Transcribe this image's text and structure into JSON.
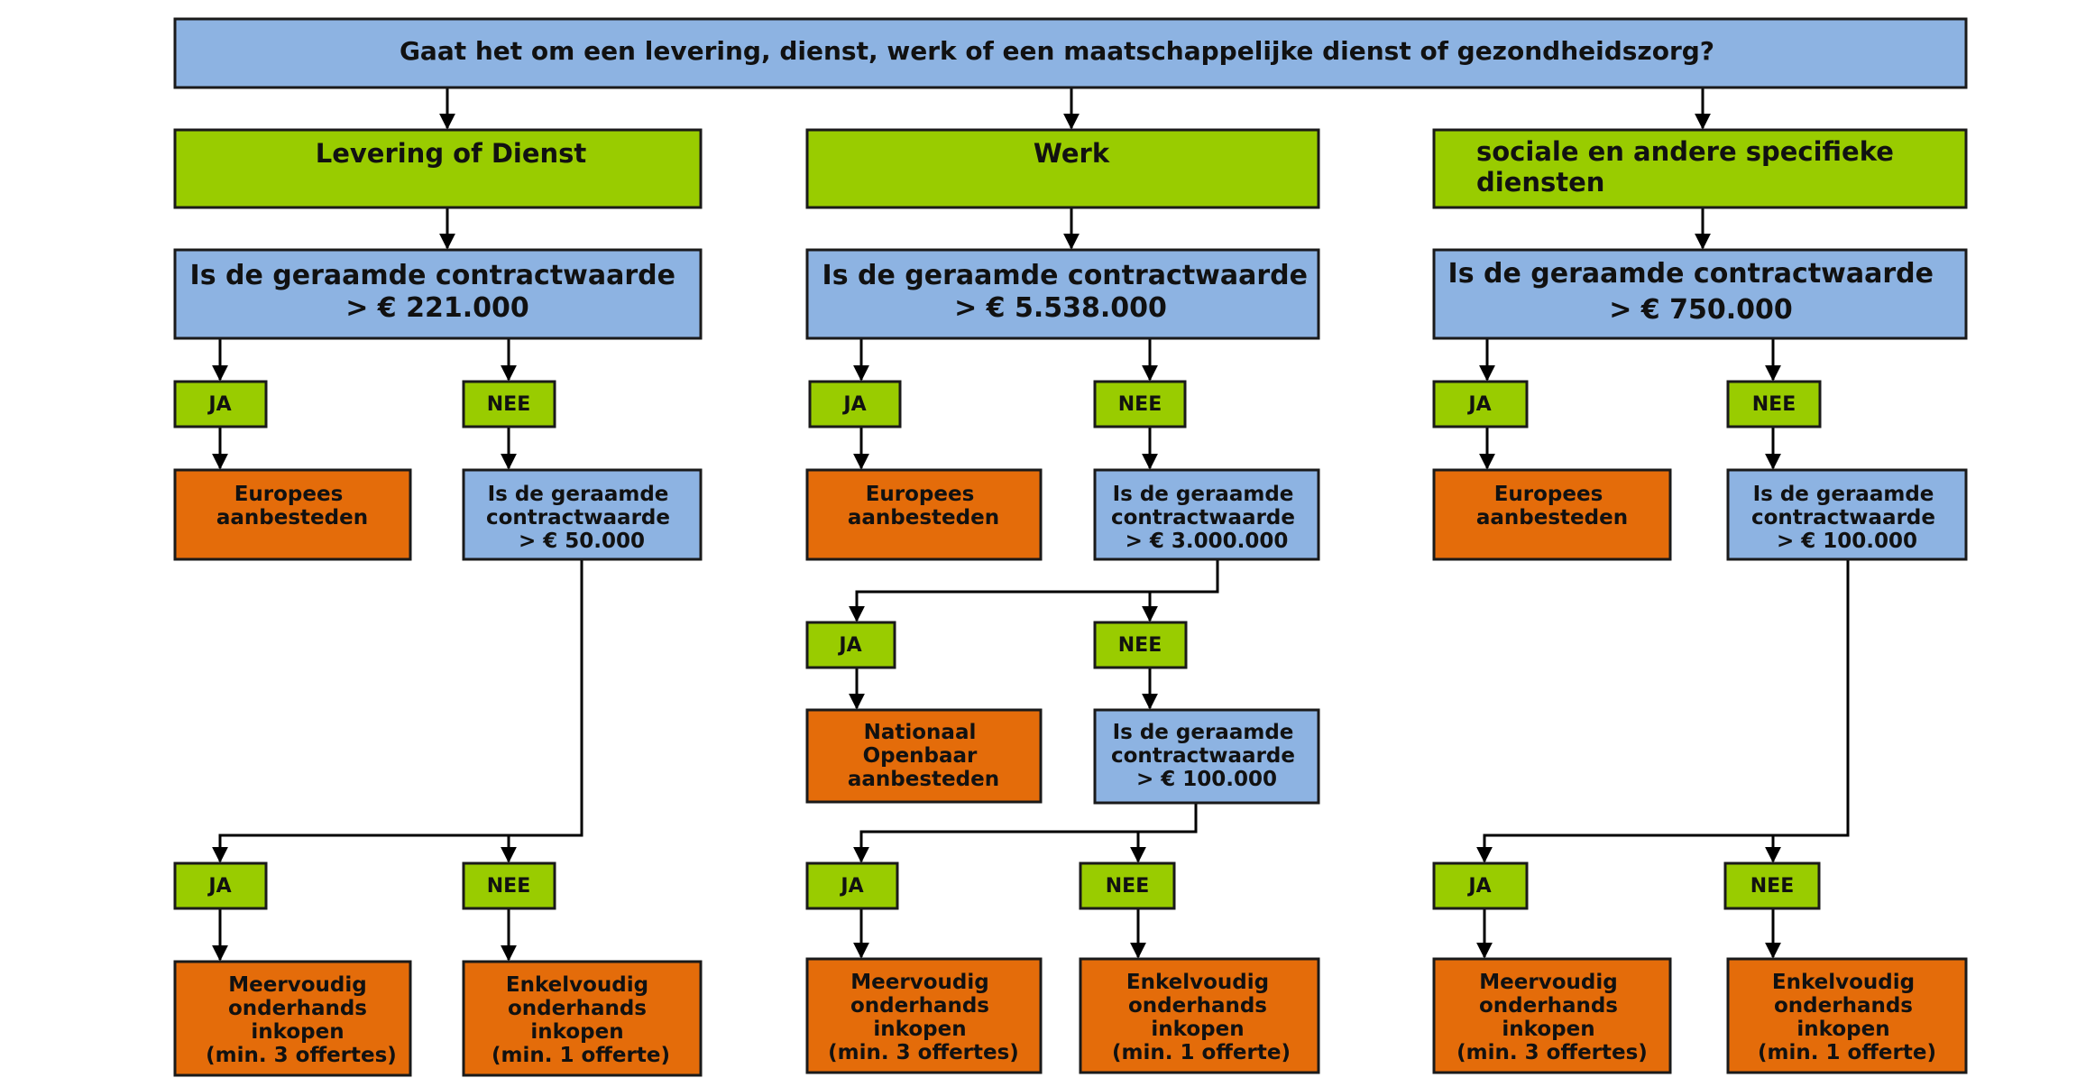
{
  "top_question": "Gaat het om een levering, dienst, werk of een maatschappelijke dienst of gezondheidszorg?",
  "columns": [
    {
      "header": [
        "Levering of Dienst"
      ],
      "question": [
        "Is de geraamde contractwaarde",
        "> € 221.000"
      ],
      "ja_label": "JA",
      "nee_label": "NEE",
      "ja_result": [
        "Europees",
        "aanbesteden"
      ],
      "sub_question": [
        "Is de geraamde",
        "contractwaarde",
        "> € 50.000"
      ],
      "final_ja_label": "JA",
      "final_nee_label": "NEE",
      "final_ja_result": [
        "Meervoudig",
        "onderhands",
        "inkopen",
        "(min. 3 offertes)"
      ],
      "final_nee_result": [
        "Enkelvoudig",
        "onderhands",
        "inkopen",
        "(min. 1 offerte)"
      ]
    },
    {
      "header": [
        "Werk"
      ],
      "question": [
        "Is de geraamde contractwaarde",
        "> € 5.538.000"
      ],
      "ja_label": "JA",
      "nee_label": "NEE",
      "ja_result": [
        "Europees",
        "aanbesteden"
      ],
      "sub_question": [
        "Is de geraamde",
        "contractwaarde",
        "> € 3.000.000"
      ],
      "mid_ja_label": "JA",
      "mid_nee_label": "NEE",
      "mid_ja_result": [
        "Nationaal",
        "Openbaar",
        "aanbesteden"
      ],
      "mid_question": [
        "Is de geraamde",
        "contractwaarde",
        "> € 100.000"
      ],
      "final_ja_label": "JA",
      "final_nee_label": "NEE",
      "final_ja_result": [
        "Meervoudig",
        "onderhands",
        "inkopen",
        "(min. 3 offertes)"
      ],
      "final_nee_result": [
        "Enkelvoudig",
        "onderhands",
        "inkopen",
        "(min. 1 offerte)"
      ]
    },
    {
      "header": [
        "sociale en andere specifieke",
        "diensten"
      ],
      "question": [
        "Is de geraamde contractwaarde",
        "> € 750.000"
      ],
      "ja_label": "JA",
      "nee_label": "NEE",
      "ja_result": [
        "Europees",
        "aanbesteden"
      ],
      "sub_question": [
        "Is de geraamde",
        "contractwaarde",
        "> € 100.000"
      ],
      "final_ja_label": "JA",
      "final_nee_label": "NEE",
      "final_ja_result": [
        "Meervoudig",
        "onderhands",
        "inkopen",
        "(min. 3 offertes)"
      ],
      "final_nee_result": [
        "Enkelvoudig",
        "onderhands",
        "inkopen",
        "(min. 1 offerte)"
      ]
    }
  ],
  "colors": {
    "question_blue": "#8db3e2",
    "decision_green": "#99cc00",
    "result_orange": "#e46c0a"
  }
}
